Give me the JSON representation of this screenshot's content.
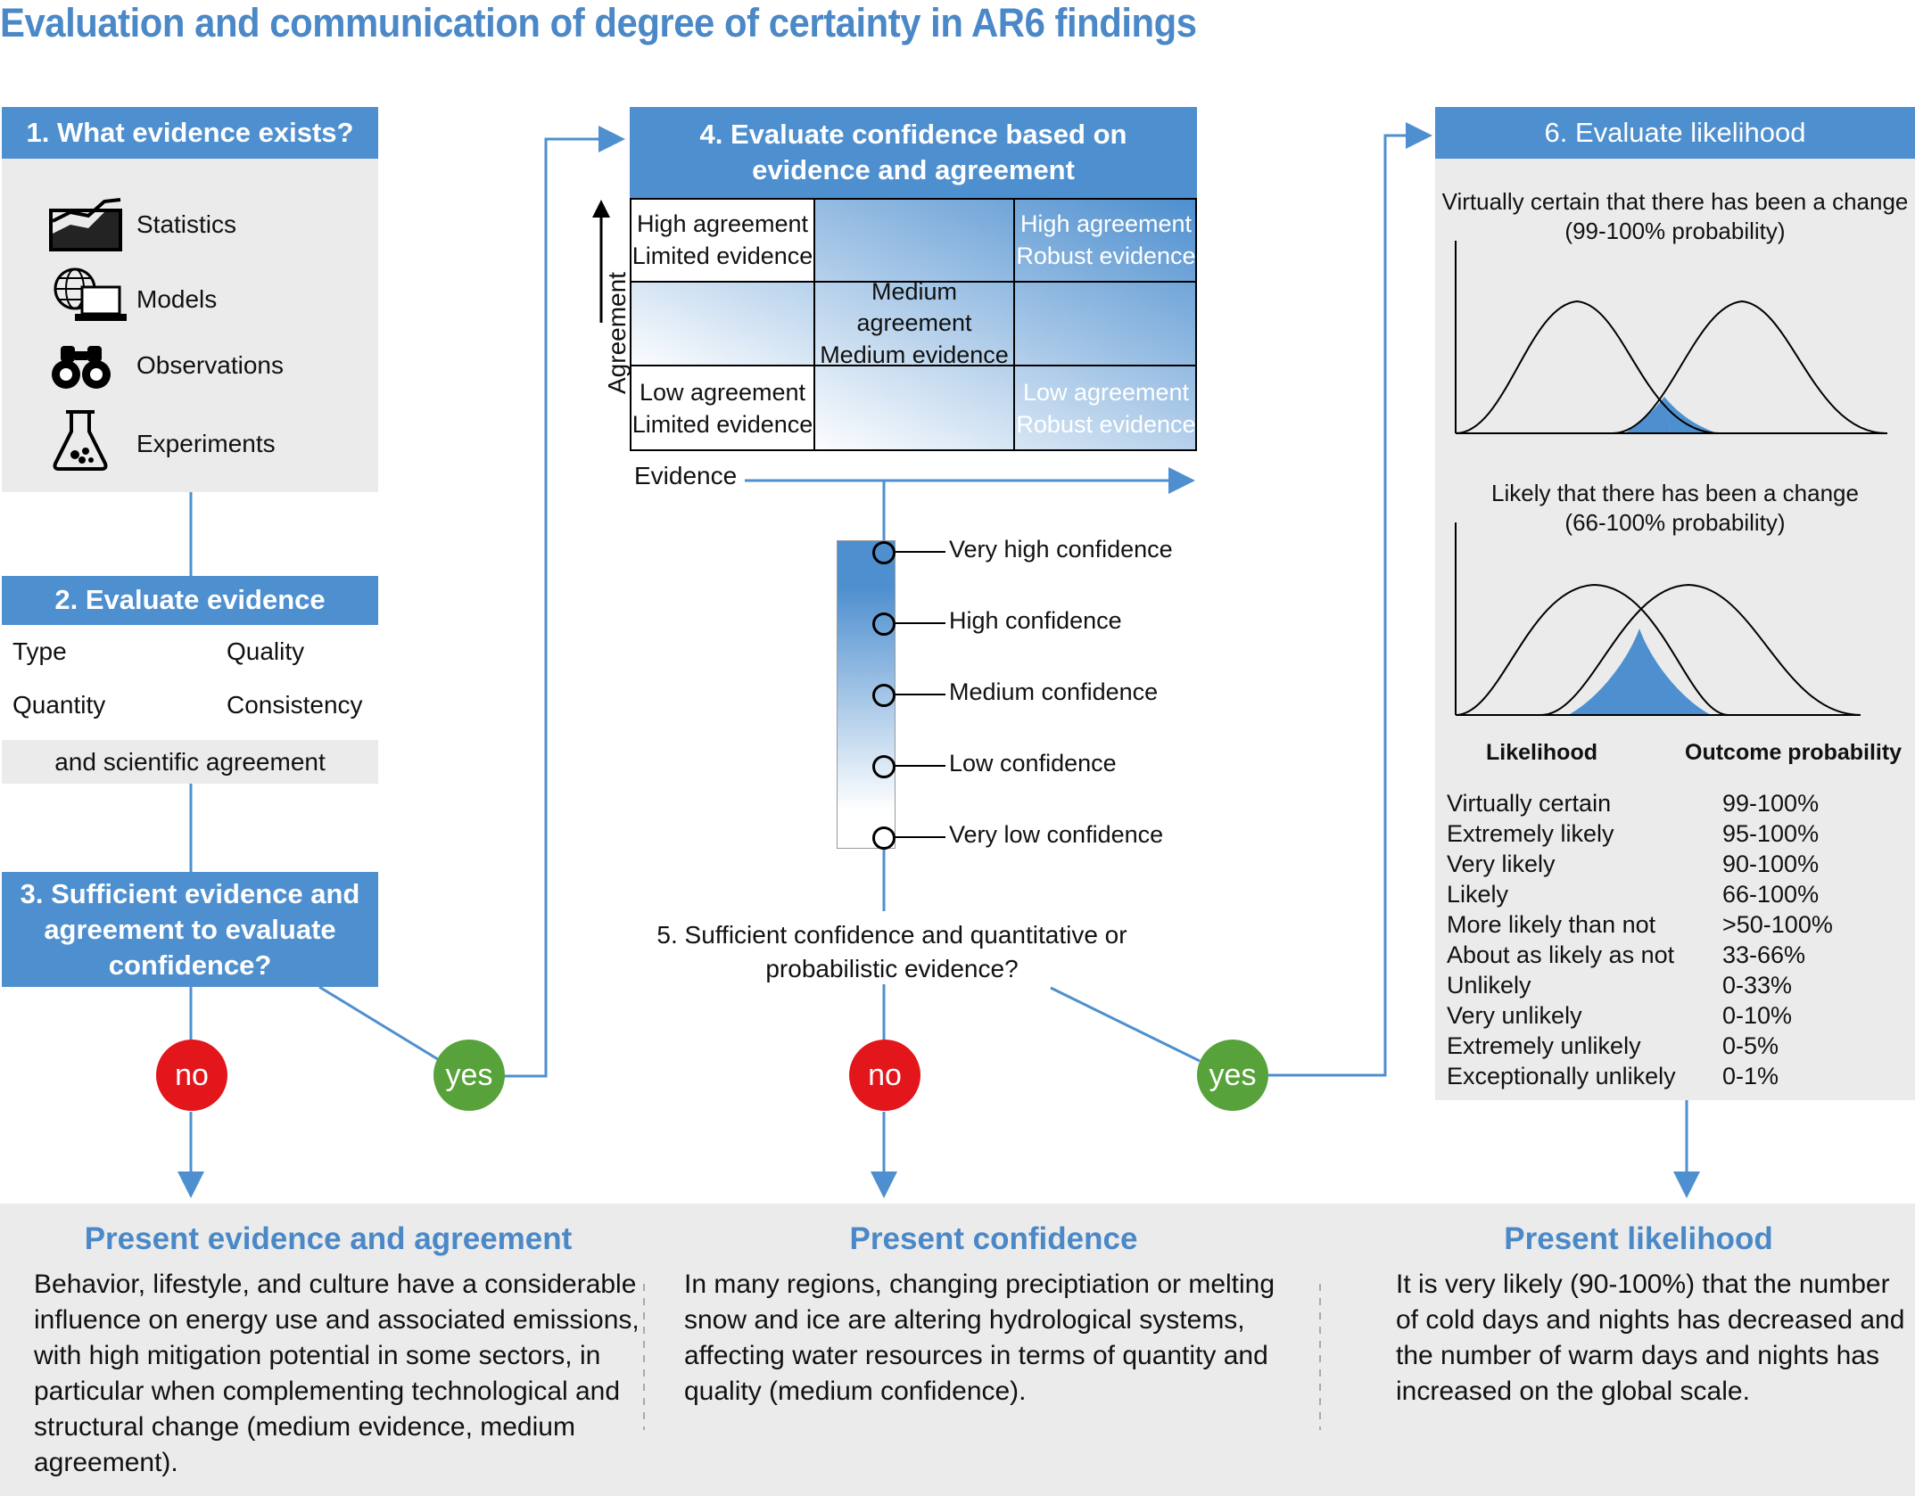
{
  "title": "Evaluation and communication of degree of certainty in AR6 findings",
  "colors": {
    "accent": "#4e8fcf",
    "no": "#e2161b",
    "yes": "#57a23a",
    "panel": "#ebebeb"
  },
  "step1": {
    "header": "1. What evidence exists?",
    "items": [
      {
        "icon": "statistics-chart-icon",
        "label": "Statistics"
      },
      {
        "icon": "globe-laptop-icon",
        "label": "Models"
      },
      {
        "icon": "binoculars-icon",
        "label": "Observations"
      },
      {
        "icon": "flask-icon",
        "label": "Experiments"
      }
    ]
  },
  "step2": {
    "header": "2. Evaluate evidence",
    "type": "Type",
    "quality": "Quality",
    "quantity": "Quantity",
    "consistency": "Consistency",
    "agreement": "and scientific agreement"
  },
  "step3": {
    "header_line1": "3. Sufficient evidence and",
    "header_line2": "agreement to evaluate",
    "header_line3": "confidence?"
  },
  "step4": {
    "header_line1": "4. Evaluate confidence based on",
    "header_line2": "evidence and agreement",
    "y_axis": "Agreement",
    "x_axis": "Evidence",
    "grid": {
      "tl1": "High agreement",
      "tl2": "Limited evidence",
      "tr1": "High agreement",
      "tr2": "Robust evidence",
      "mm1": "Medium agreement",
      "mm2": "Medium evidence",
      "bl1": "Low agreement",
      "bl2": "Limited evidence",
      "br1": "Low agreement",
      "br2": "Robust evidence"
    }
  },
  "confidence_scale": [
    "Very high confidence",
    "High confidence",
    "Medium confidence",
    "Low confidence",
    "Very low confidence"
  ],
  "step5": {
    "line1": "5. Sufficient confidence and quantitative or",
    "line2": "probabilistic evidence?"
  },
  "decisions": {
    "no": "no",
    "yes": "yes"
  },
  "step6": {
    "header": "6. Evaluate likelihood",
    "plot1_line1": "Virtually certain that there has been a change",
    "plot1_line2": "(99-100% probability)",
    "plot2_line1": "Likely that there has been a change",
    "plot2_line2": "(66-100% probability)",
    "col_likelihood": "Likelihood",
    "col_probability": "Outcome probability",
    "rows": [
      {
        "term": "Virtually certain",
        "prob": "99-100%"
      },
      {
        "term": "Extremely likely",
        "prob": "95-100%"
      },
      {
        "term": "Very likely",
        "prob": "90-100%"
      },
      {
        "term": "Likely",
        "prob": "66-100%"
      },
      {
        "term": "More likely than not",
        "prob": ">50-100%"
      },
      {
        "term": "About as likely as not",
        "prob": "33-66%"
      },
      {
        "term": "Unlikely",
        "prob": "0-33%"
      },
      {
        "term": "Very unlikely",
        "prob": "0-10%"
      },
      {
        "term": "Extremely unlikely",
        "prob": "0-5%"
      },
      {
        "term": "Exceptionally unlikely",
        "prob": "0-1%"
      }
    ]
  },
  "bottom": {
    "evidence": {
      "heading": "Present evidence and agreement",
      "lines": [
        "Behavior, lifestyle, and culture have a considerable",
        "influence on energy use and associated emissions,",
        "with high mitigation potential in some sectors, in",
        "particular when complementing technological and",
        "structural change (medium evidence, medium",
        "agreement)."
      ]
    },
    "confidence": {
      "heading": "Present confidence",
      "lines": [
        "In many regions, changing preciptiation or melting",
        "snow and ice are altering hydrological systems,",
        "affecting water resources in terms of quantity and",
        "quality (medium confidence)."
      ]
    },
    "likelihood": {
      "heading": "Present likelihood",
      "lines": [
        "It is very likely (90-100%) that the number",
        "of cold days and nights has decreased and",
        "the number of warm days and nights has",
        "increased on the global scale."
      ]
    }
  }
}
